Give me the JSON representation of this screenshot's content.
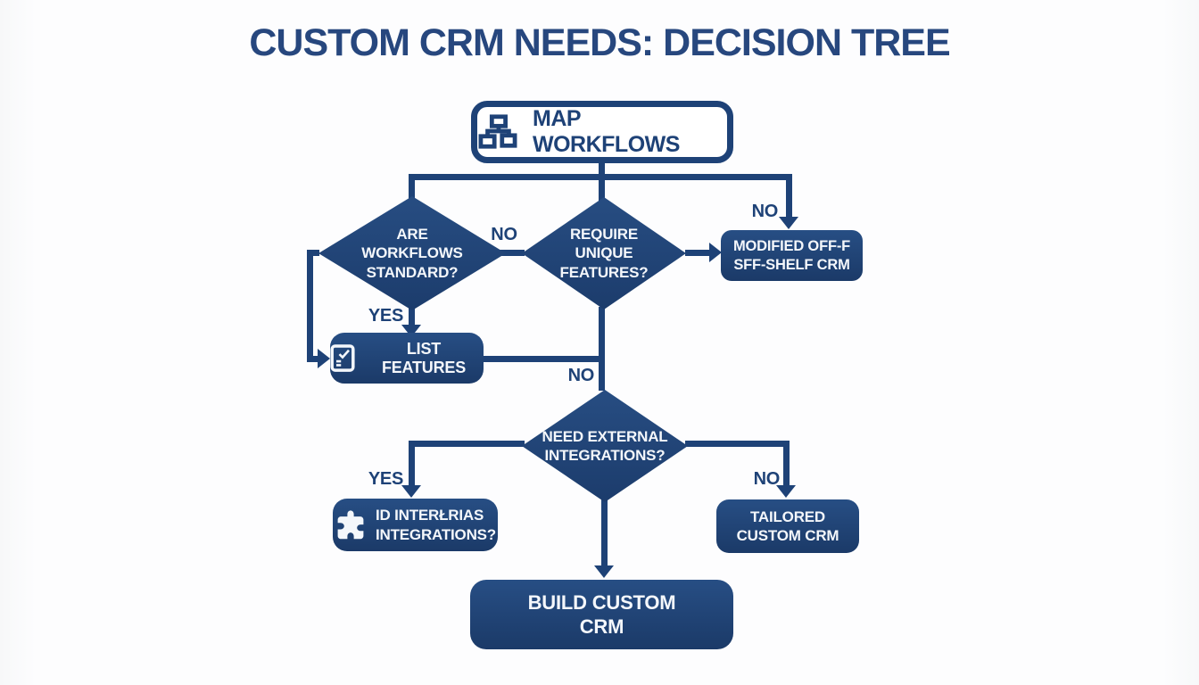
{
  "title": "CUSTOM CRM NEEDS: DECISION TREE",
  "colors": {
    "navy": "#1e4277",
    "box_gradient_top": "#274e84",
    "box_gradient_bottom": "#1b3a68",
    "background": "#fdfdfe",
    "text_light": "#f4f7fb",
    "title_color": "#27477e"
  },
  "nodes": {
    "map_workflows": {
      "label": "MAP WORKFLOWS",
      "icon": "org-chart-icon"
    },
    "are_workflows_standard": {
      "lines": [
        "ARE",
        "WORKFLOWS",
        "STANDARD?"
      ]
    },
    "require_unique_features": {
      "lines": [
        "REQUIRE",
        "UNIQUE",
        "FEATURES?"
      ]
    },
    "modified_off_shelf_crm": {
      "lines": [
        "MODIFIED OFF-F",
        "SFF-SHELF CRM"
      ]
    },
    "list_features": {
      "label": "LIST FEATURES",
      "icon": "checklist-icon"
    },
    "need_external_integrations": {
      "lines": [
        "NEED EXTERNAL",
        "INTEGRATIONS?"
      ]
    },
    "id_integrations": {
      "lines": [
        "ID INTERŁRIAS",
        "INTEGRATIONS?"
      ],
      "icon": "puzzle-icon"
    },
    "tailored_custom_crm": {
      "lines": [
        "TAILORED",
        "CUSTOM CRM"
      ]
    },
    "build_custom_crm": {
      "lines": [
        "BUILD CUSTOM",
        "CRM"
      ]
    }
  },
  "edge_labels": {
    "no_to_modified": "NO",
    "no_between_top_diamonds": "NO",
    "yes_to_list_features": "YES",
    "no_to_need_integrations": "NO",
    "yes_to_id_integrations": "YES",
    "no_to_tailored": "NO"
  }
}
